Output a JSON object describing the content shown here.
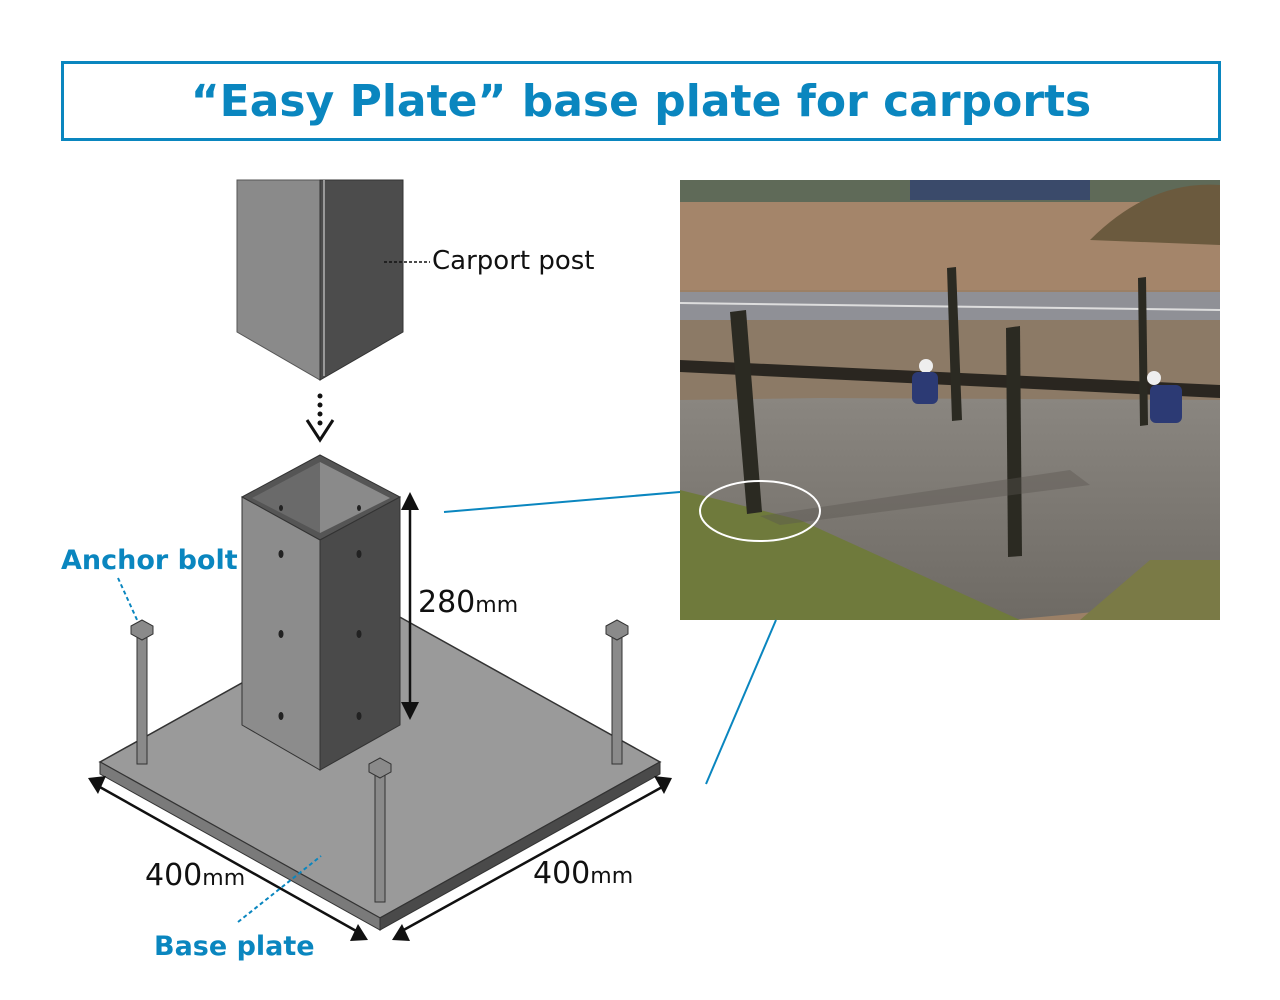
{
  "title": "“Easy Plate” base plate for carports",
  "labels": {
    "carport_post": "Carport post",
    "anchor_bolt": "Anchor bolt",
    "base_plate": "Base plate",
    "height": "280",
    "width_left": "400",
    "width_right": "400",
    "unit": "mm"
  },
  "colors": {
    "accent": "#0a86bf",
    "metal_light": "#999999",
    "metal_dark": "#4a4a4a"
  }
}
